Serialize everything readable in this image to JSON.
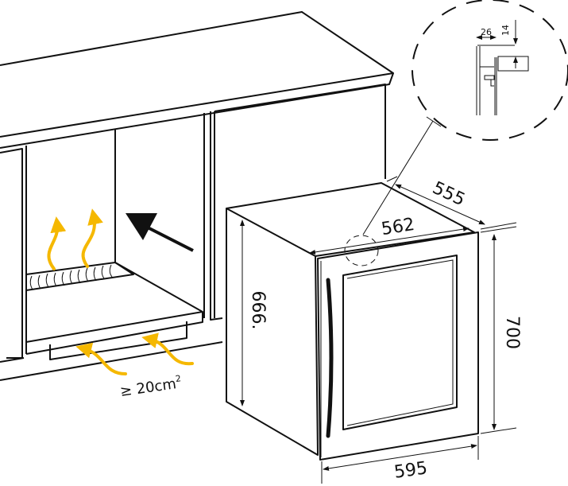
{
  "diagram": {
    "title": "Built-in wine cooler installation dimensions",
    "dimensions": {
      "width": "595",
      "height": "700",
      "body_height": "666.",
      "depth": "555",
      "top_width": "562"
    },
    "detail": {
      "gap_horizontal": "26",
      "gap_vertical": "14"
    },
    "ventilation_label": "≥ 20cm",
    "ventilation_superscript": "2",
    "colors": {
      "airflow": "#f5b800",
      "lines": "#111111"
    }
  }
}
